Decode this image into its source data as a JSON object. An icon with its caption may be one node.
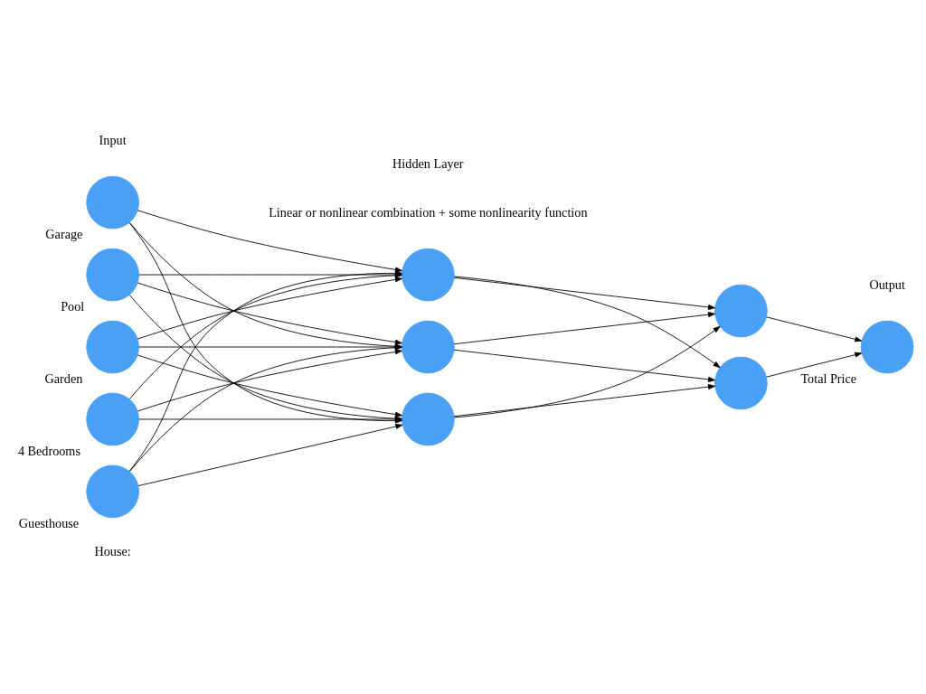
{
  "diagram": {
    "nodes": [
      {
        "text": [],
        "shape": "circle",
        "beside": [
          "Pool"
        ]
      },
      {
        "text": [],
        "shape": "circle",
        "beside": [
          "Garden"
        ]
      },
      {
        "text": [],
        "shape": "circle",
        "beside": [
          "4 Bedrooms"
        ]
      },
      {
        "text": [],
        "shape": "circle",
        "beside": [
          "Guesthouse"
        ]
      },
      {
        "text": [],
        "shape": "circle",
        "beside": [
          "Garage"
        ]
      },
      {
        "text": [],
        "shape": "circle"
      },
      {
        "text": [],
        "shape": "circle"
      },
      {
        "text": [],
        "shape": "circle"
      },
      {
        "text": [],
        "shape": "circle"
      },
      {
        "text": [],
        "shape": "circle"
      },
      {
        "text": [],
        "shape": "circle",
        "beside": [
          "Total Price"
        ]
      }
    ],
    "edges": [
      {
        "from": 0,
        "to": 5,
        "arrow": "to"
      },
      {
        "from": 0,
        "to": 6,
        "arrow": "to"
      },
      {
        "from": 0,
        "to": 7,
        "arrow": "to"
      },
      {
        "from": 1,
        "to": 5,
        "arrow": "to"
      },
      {
        "from": 1,
        "to": 6,
        "arrow": "to"
      },
      {
        "from": 1,
        "to": 7,
        "arrow": "to"
      },
      {
        "from": 2,
        "to": 5,
        "arrow": "to"
      },
      {
        "from": 2,
        "to": 6,
        "arrow": "to"
      },
      {
        "from": 2,
        "to": 7,
        "arrow": "to"
      },
      {
        "from": 3,
        "to": 5,
        "arrow": "to"
      },
      {
        "from": 3,
        "to": 6,
        "arrow": "to"
      },
      {
        "from": 3,
        "to": 7,
        "arrow": "to"
      },
      {
        "from": 4,
        "to": 5,
        "arrow": "to"
      },
      {
        "from": 4,
        "to": 6,
        "arrow": "to"
      },
      {
        "from": 4,
        "to": 7,
        "arrow": "to"
      },
      {
        "from": 5,
        "to": 8,
        "arrow": "to"
      },
      {
        "from": 5,
        "to": 9,
        "arrow": "to"
      },
      {
        "from": 6,
        "to": 8,
        "arrow": "to"
      },
      {
        "from": 6,
        "to": 9,
        "arrow": "to"
      },
      {
        "from": 7,
        "to": 8,
        "arrow": "to"
      },
      {
        "from": 7,
        "to": 9,
        "arrow": "to"
      },
      {
        "from": 8,
        "to": 10,
        "arrow": "to"
      },
      {
        "from": 9,
        "to": 10,
        "arrow": "to"
      }
    ],
    "labels": [
      "House:",
      "Linear or nonlinear combination + some nonlinearity function",
      "Input",
      "Hidden Layer",
      "Output"
    ]
  }
}
